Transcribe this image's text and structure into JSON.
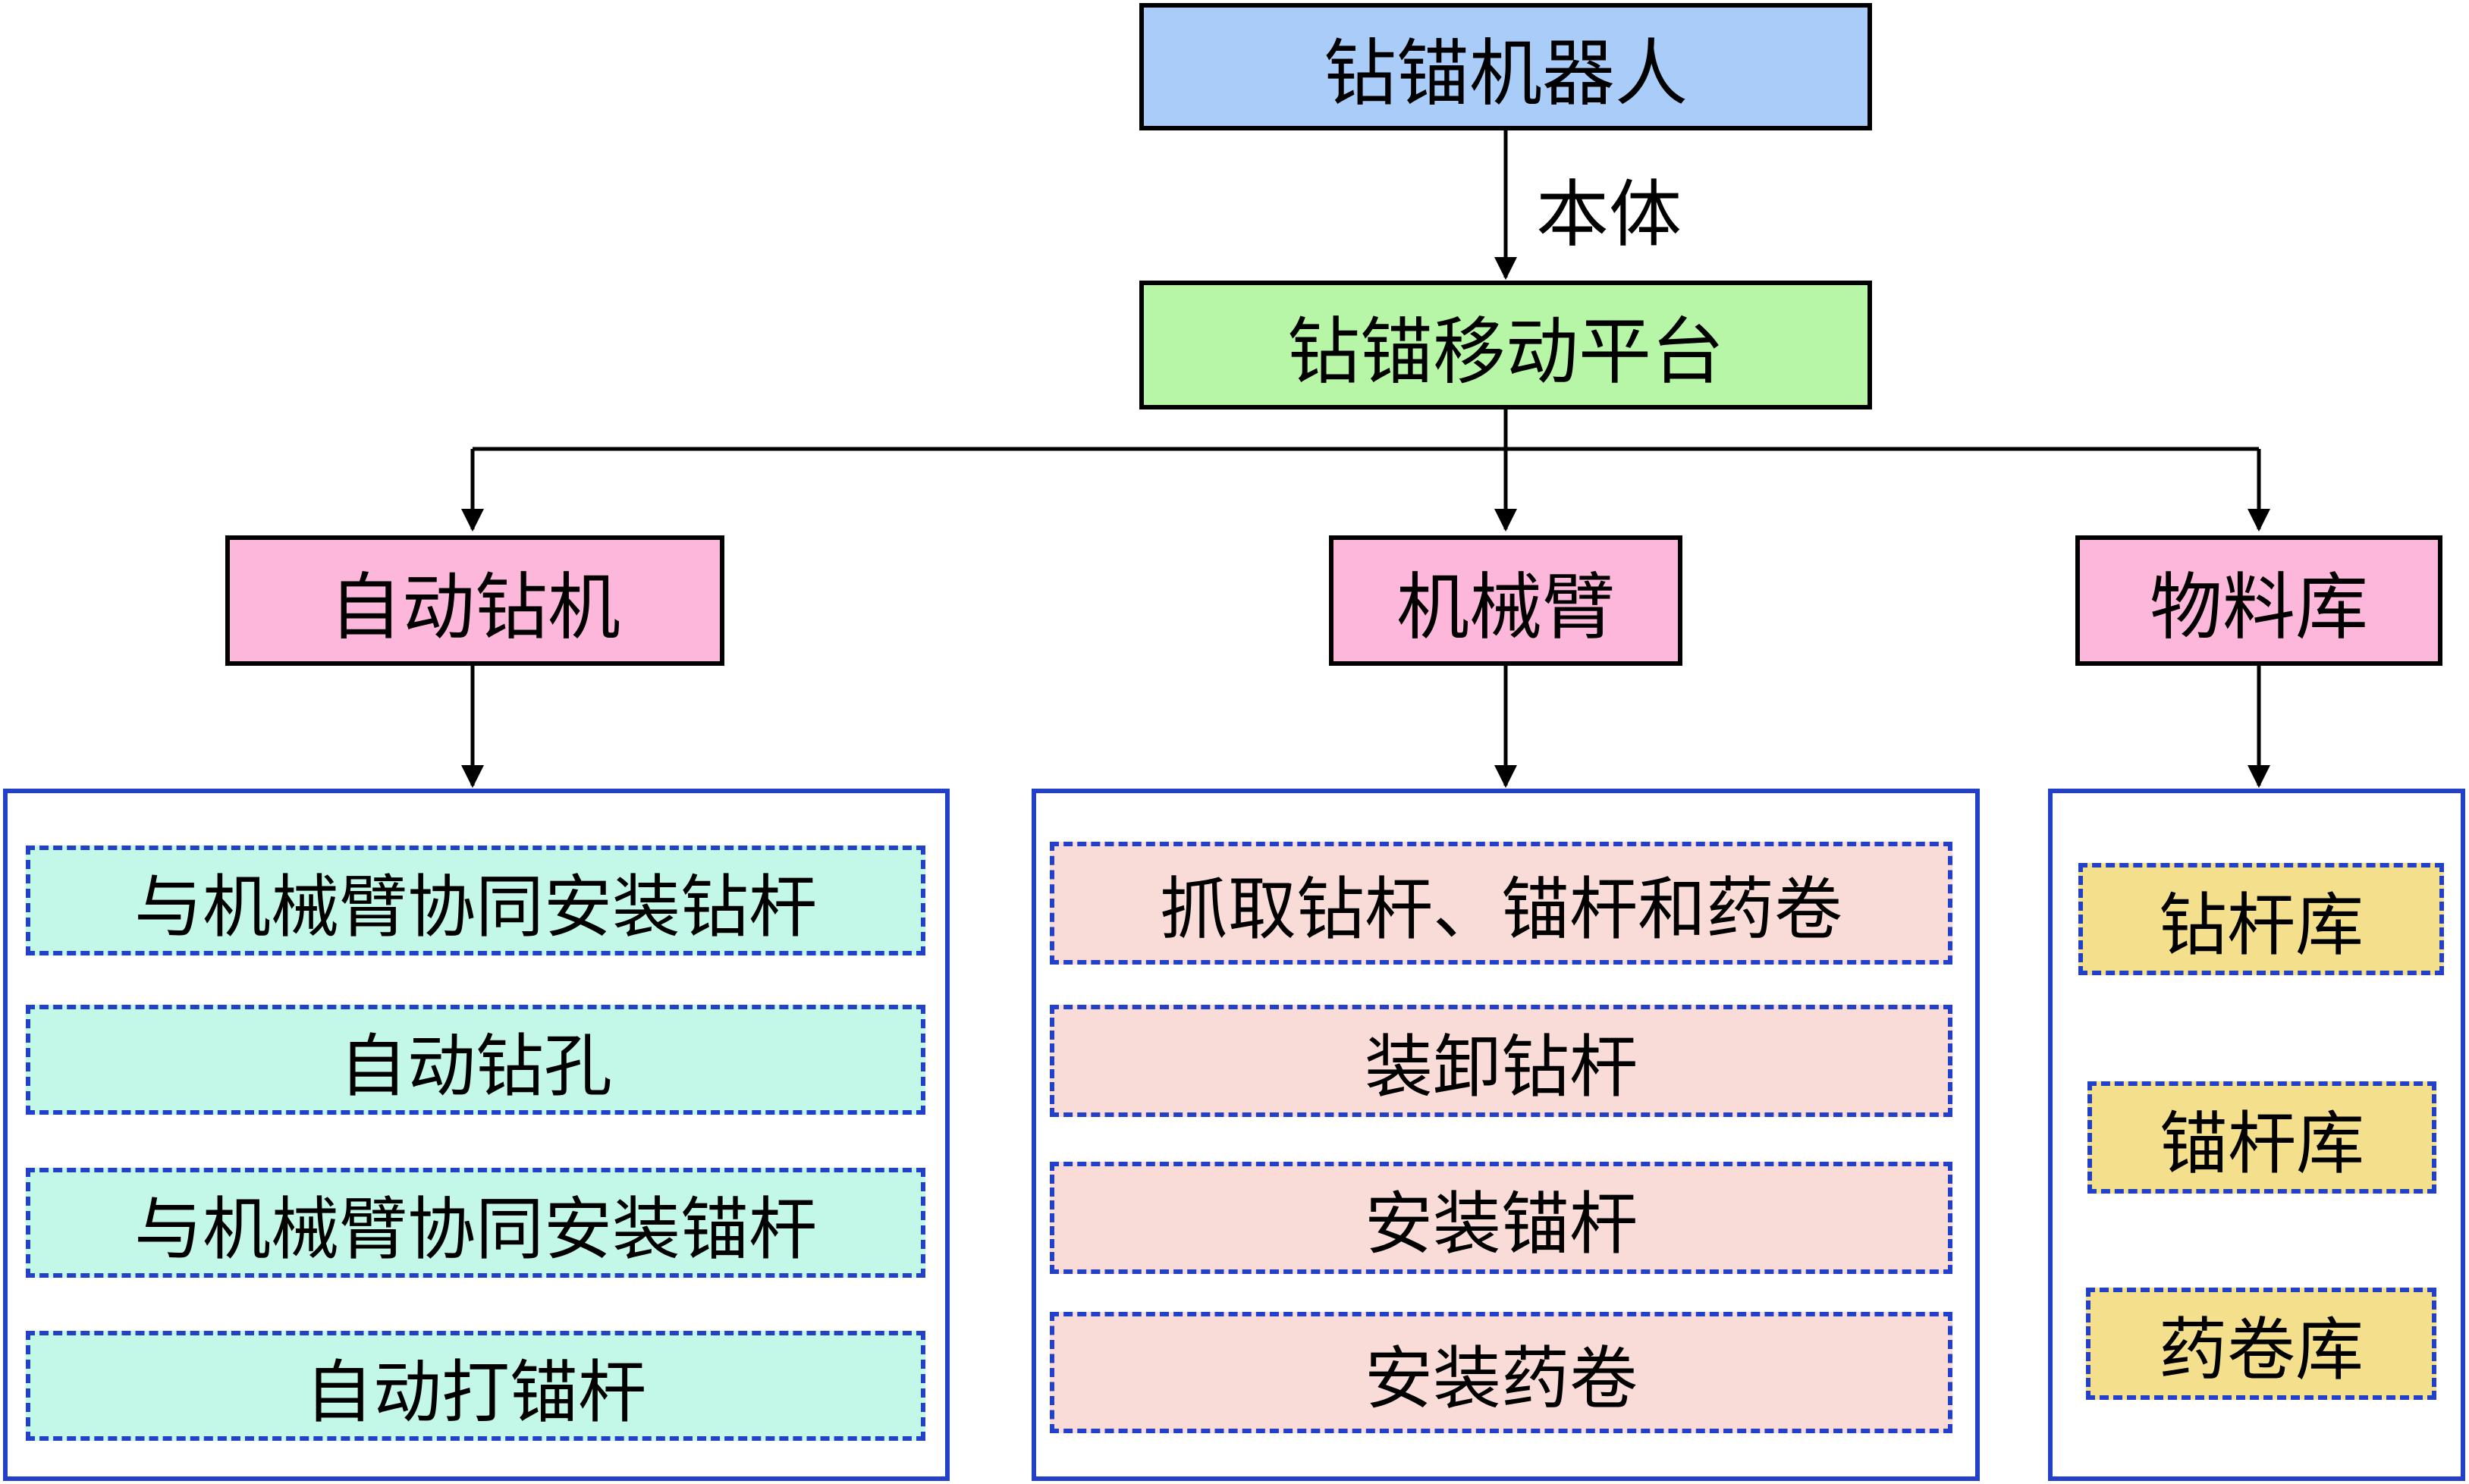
{
  "root": {
    "label": "钻锚机器人",
    "color": "#a9cdf8"
  },
  "edge_label": "本体",
  "platform": {
    "label": "钻锚移动平台",
    "color": "#b7f5a7"
  },
  "modules": [
    {
      "label": "自动钻机",
      "color": "#fdb7da",
      "functions": [
        "与机械臂协同安装钻杆",
        "自动钻孔",
        "与机械臂协同安装锚杆",
        "自动打锚杆"
      ],
      "function_color": "#c3f7e8"
    },
    {
      "label": "机械臂",
      "color": "#fdb7da",
      "functions": [
        "抓取钻杆、锚杆和药卷",
        "装卸钻杆",
        "安装锚杆",
        "安装药卷"
      ],
      "function_color": "#f9dcd8"
    },
    {
      "label": "物料库",
      "color": "#fdb7da",
      "functions": [
        "钻杆库",
        "锚杆库",
        "药卷库"
      ],
      "function_color": "#f4df8c"
    }
  ],
  "colors": {
    "line": "#000000",
    "group_border": "#2340c8"
  }
}
